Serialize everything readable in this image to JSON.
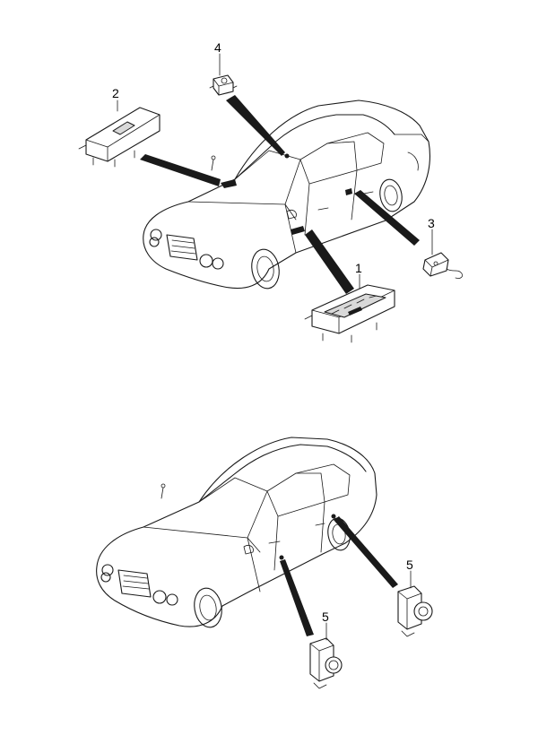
{
  "callouts": {
    "c1": "1",
    "c2": "2",
    "c3": "3",
    "c4": "4",
    "c5a": "5",
    "c5b": "5"
  },
  "colors": {
    "line": "#1a1a1a",
    "background": "#ffffff"
  }
}
